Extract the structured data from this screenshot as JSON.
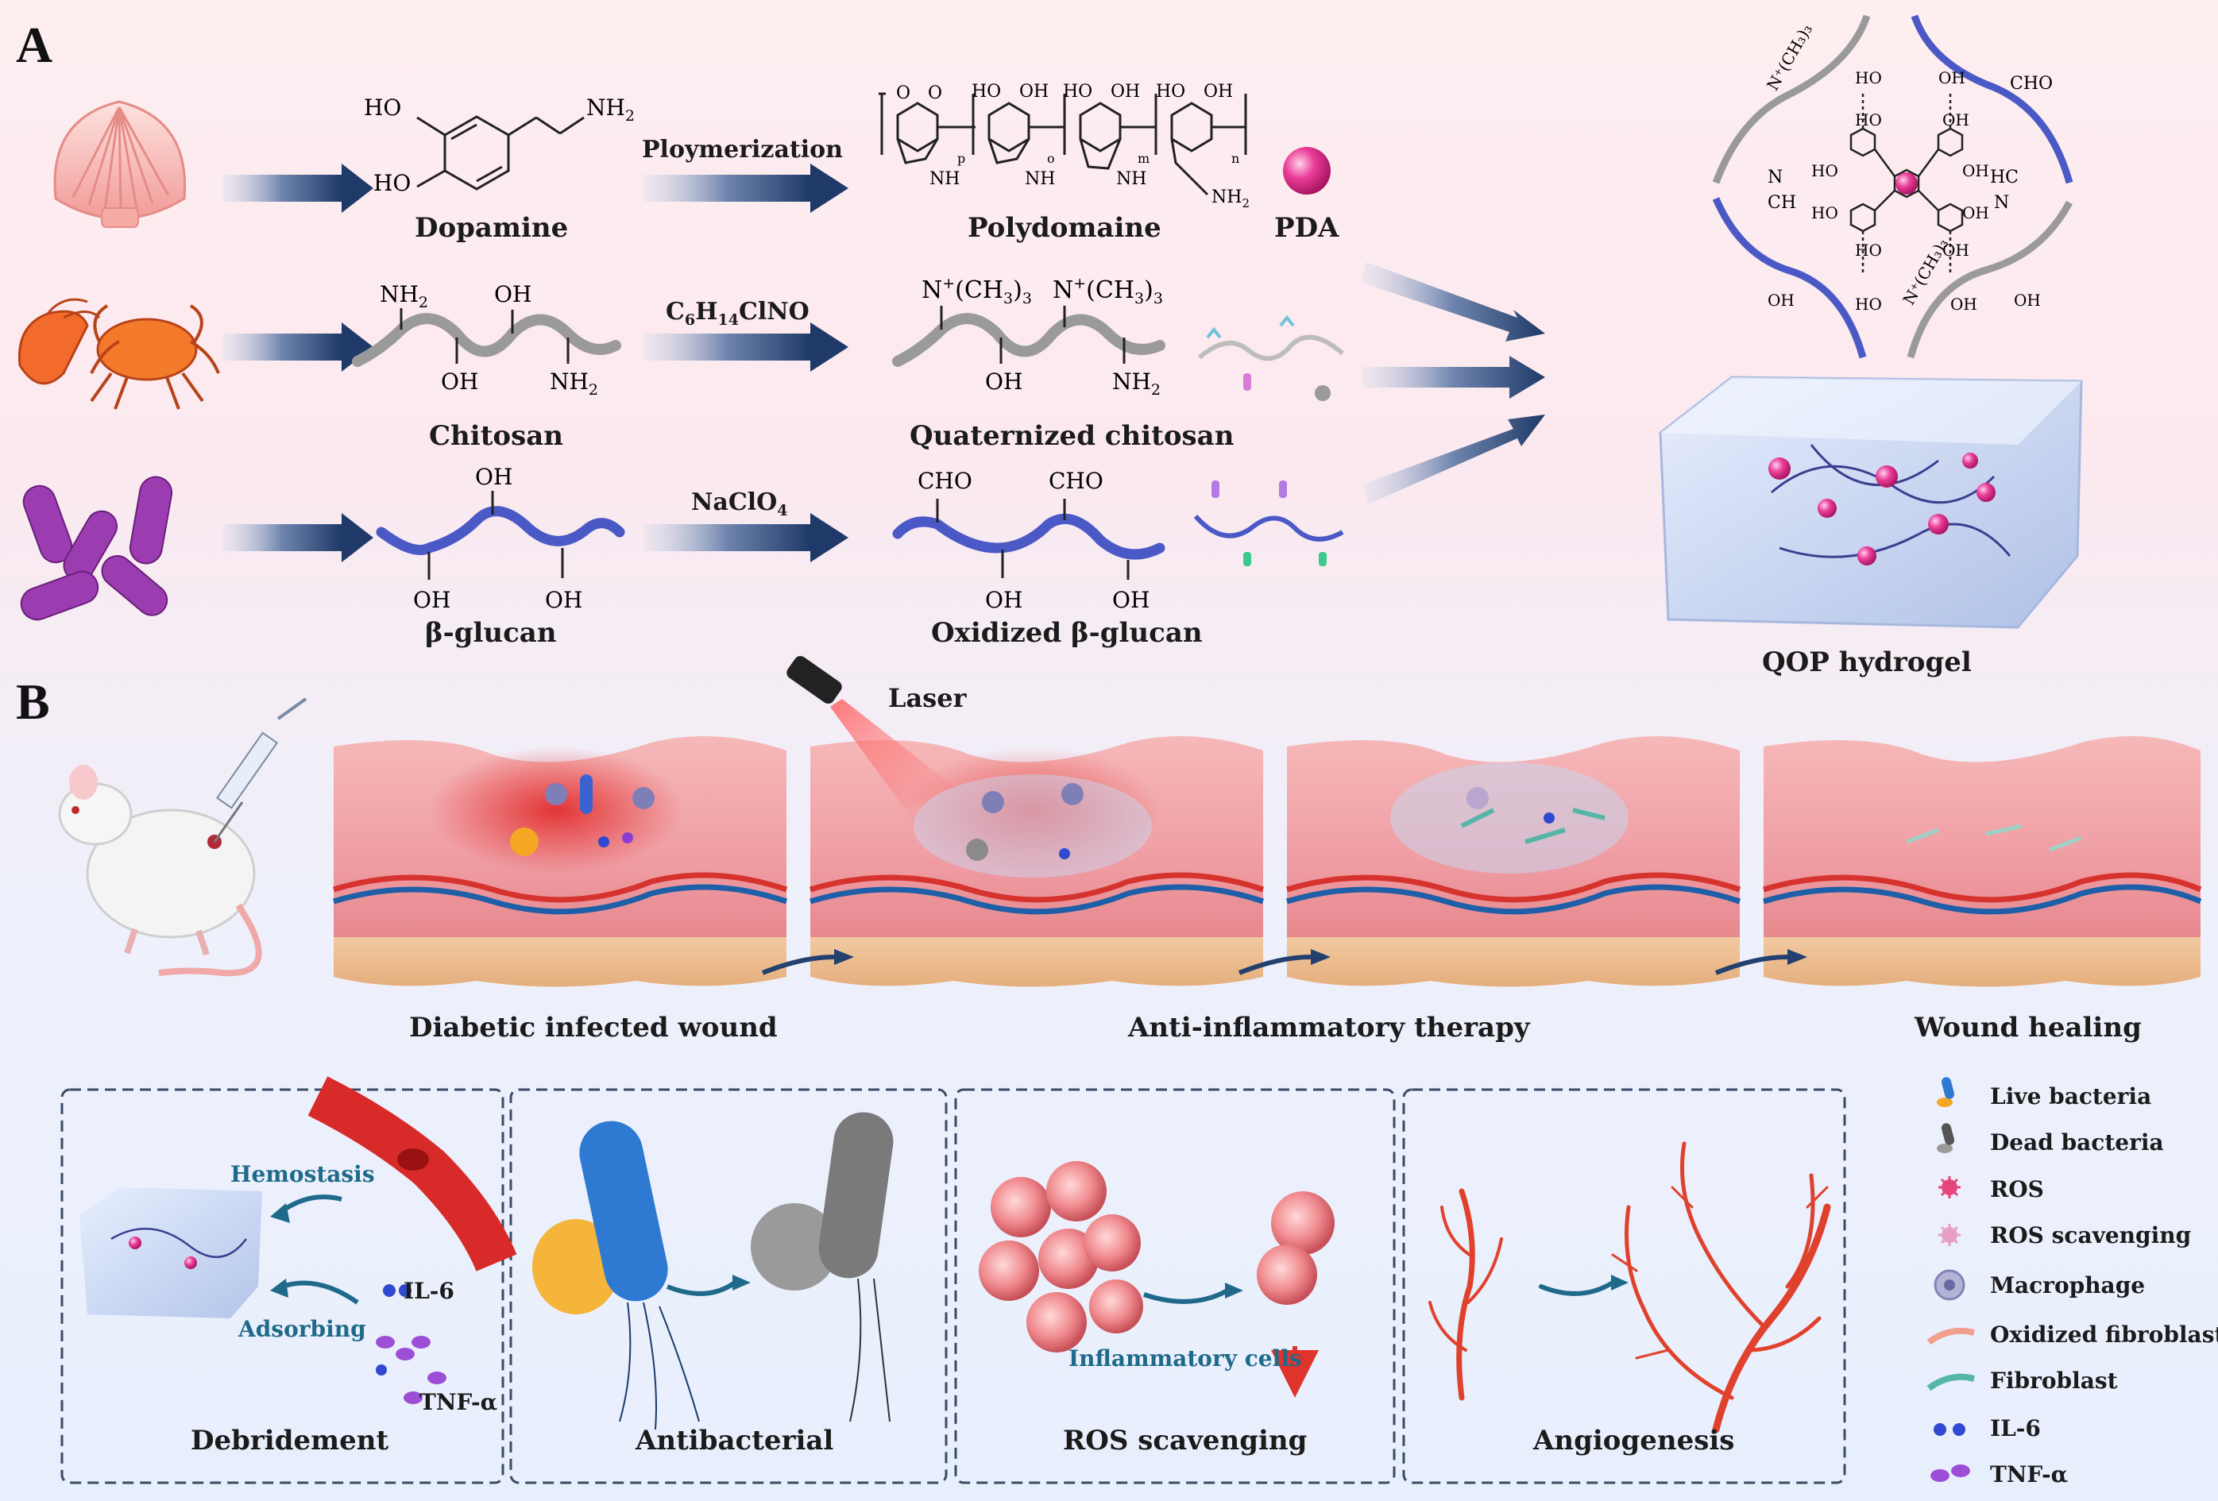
{
  "panels": {
    "a": "A",
    "b": "B"
  },
  "row1": {
    "monomer": "Dopamine",
    "reaction": "Ploymerization",
    "product": "Polydomaine",
    "particle": "PDA",
    "mono_groups": {
      "ho1": "HO",
      "ho2": "HO",
      "nh2": "NH",
      "nh2_sub": "2"
    },
    "poly_groups": {
      "o1": "O",
      "o2": "O",
      "ho1": "HO",
      "oh1": "OH",
      "ho2": "HO",
      "oh2": "OH",
      "ho3": "HO",
      "oh3": "OH",
      "nh1": "NH",
      "nh2": "NH",
      "nh3": "NH",
      "nh2end": "NH",
      "nh2end_sub": "2",
      "p": "p",
      "o": "o",
      "m": "m",
      "n": "n"
    }
  },
  "row2": {
    "monomer": "Chitosan",
    "reagent_main": "C",
    "reagent_sub1": "6",
    "reagent_mid": "H",
    "reagent_sub2": "14",
    "reagent_end": "ClNO",
    "product": "Quaternized chitosan",
    "chain_labels": {
      "nh2_top": "NH",
      "nh2_top_sub": "2",
      "oh_top": "OH",
      "oh_bot": "OH",
      "nh2_bot": "NH",
      "nh2_bot_sub": "2"
    },
    "product_labels": {
      "n1": "N",
      "plus1": "+",
      "me1": "(CH",
      "me1_sub": "3",
      "me1_end": ")",
      "me1_end_sub": "3",
      "n2": "N",
      "plus2": "+",
      "me2": "(CH",
      "me2_sub": "3",
      "me2_end": ")",
      "me2_end_sub": "3",
      "oh": "OH",
      "nh2": "NH",
      "nh2_sub": "2"
    }
  },
  "row3": {
    "monomer": "β-glucan",
    "reagent_main": "NaClO",
    "reagent_sub": "4",
    "product": "Oxidized β-glucan",
    "chain_labels": {
      "oh_top": "OH",
      "oh_b1": "OH",
      "oh_b2": "OH"
    },
    "product_labels": {
      "cho1": "CHO",
      "cho2": "CHO",
      "oh1": "OH",
      "oh2": "OH"
    }
  },
  "network": {
    "labels": {
      "nme3_left": "N⁺(CH₃)₃",
      "nme3_right": "N⁺(CH₃)₃",
      "cho": "CHO",
      "ch_left": "CH",
      "n_left": "N",
      "hc_right": "HC",
      "n_right": "N",
      "ho_1": "HO",
      "oh_1": "OH",
      "ho_2": "HO",
      "oh_2": "OH",
      "ho_3": "HO",
      "oh_3": "OH",
      "ho_4": "HO",
      "oh_4": "OH",
      "ho_5": "HO",
      "oh_5": "OH",
      "oh_6": "OH",
      "oh_7": "OH",
      "ho_6": "HO",
      "oh_8": "OH"
    }
  },
  "hydrogel_label": "QOP hydrogel",
  "laser_label": "Laser",
  "stages": {
    "s1": "Diabetic infected wound",
    "s2": "Anti-inflammatory therapy",
    "s3": "Wound healing"
  },
  "boxes": {
    "debridement": {
      "title": "Debridement",
      "hemostasis": "Hemostasis",
      "adsorbing": "Adsorbing",
      "il6": "IL-6",
      "tnf": "TNF-α"
    },
    "antibacterial": {
      "title": "Antibacterial"
    },
    "ros": {
      "title": "ROS scavenging",
      "inflammatory": "Inflammatory cells"
    },
    "angiogenesis": {
      "title": "Angiogenesis"
    }
  },
  "legend": {
    "items": [
      "Live bacteria",
      "Dead bacteria",
      "ROS",
      "ROS scavenging",
      "Macrophage",
      "Oxidized fibroblast",
      "Fibroblast",
      "IL-6",
      "TNF-α"
    ]
  },
  "colors": {
    "arrow_navy": "#24406e",
    "chitosan_gray": "#9a9a9a",
    "glucan_blue": "#4b59c6",
    "pda_pink": "#e2338c",
    "skin_pink": "#ee9aa2",
    "blood_red": "#d6332f",
    "vessel_blue": "#1e5fa8"
  }
}
